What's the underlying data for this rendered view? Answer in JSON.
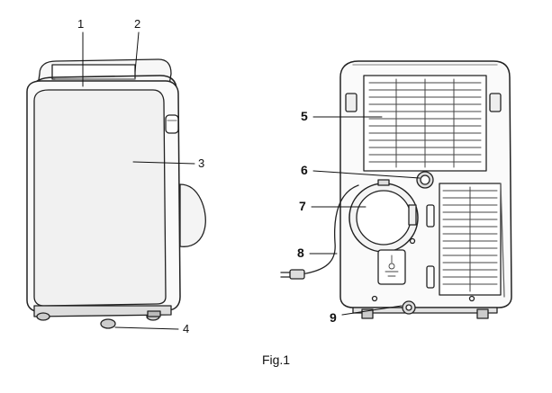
{
  "front_view": {
    "callouts": [
      "1",
      "2",
      "3",
      "4"
    ]
  },
  "back_view": {
    "callouts": [
      "5",
      "6",
      "7",
      "8",
      "9"
    ]
  },
  "caption": "Fig.1"
}
